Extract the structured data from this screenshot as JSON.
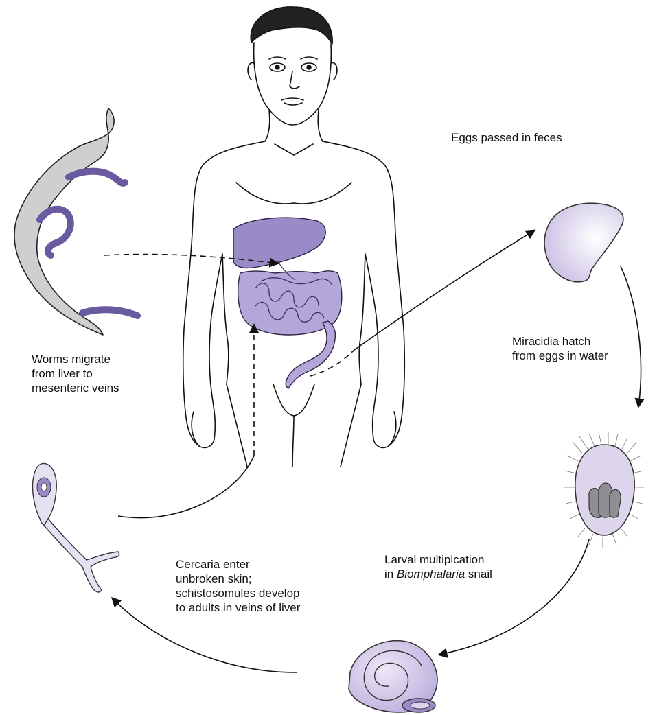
{
  "colors": {
    "organ_fill": "#9B8AC8",
    "organ_stroke": "#2b2440",
    "pale_purple": "#DCD5EC",
    "worm_grey": "#CFCFD1",
    "line": "#111111"
  },
  "labels": {
    "eggs": [
      "Eggs passed in feces"
    ],
    "miracidia": [
      "Miracidia hatch",
      "from eggs in water"
    ],
    "larval": {
      "line1": "Larval multiplcation",
      "line2_prefix": "in ",
      "line2_italic": "Biomphalaria",
      "line2_suffix": " snail"
    },
    "cercaria": [
      "Cercaria enter",
      "unbroken skin;",
      "schistosomules develop",
      "to adults in veins of liver"
    ],
    "worms": [
      "Worms migrate",
      "from liver to",
      "mesenteric veins"
    ]
  },
  "icons": [
    "human-figure",
    "adult-worm-pair",
    "egg",
    "miracidium",
    "snail",
    "cercaria",
    "liver",
    "intestines"
  ]
}
